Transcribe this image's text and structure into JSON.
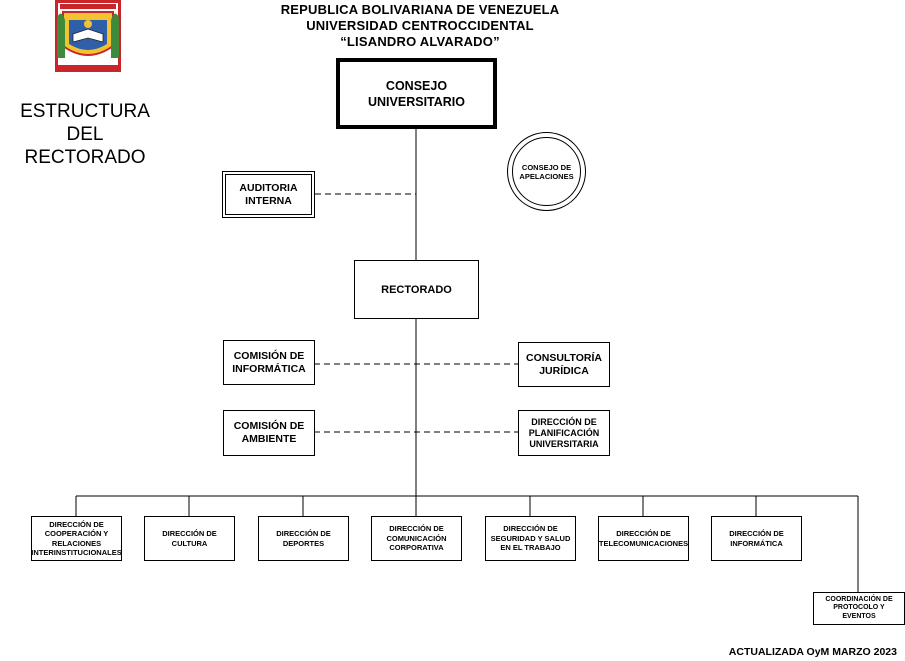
{
  "header": {
    "line1": "REPUBLICA BOLIVARIANA DE VENEZUELA",
    "line2": "UNIVERSIDAD CENTROCCIDENTAL",
    "line3": "“LISANDRO ALVARADO”"
  },
  "title": {
    "line1": "ESTRUCTURA DEL",
    "line2": "RECTORADO"
  },
  "nodes": {
    "consejo_universitario": {
      "line1": "CONSEJO",
      "line2": "UNIVERSITARIO"
    },
    "consejo_apelaciones": {
      "line1": "CONSEJO DE",
      "line2": "APELACIONES"
    },
    "auditoria_interna": {
      "line1": "AUDITORIA",
      "line2": "INTERNA"
    },
    "rectorado": "RECTORADO",
    "comision_informatica": {
      "line1": "COMISIÓN DE",
      "line2": "INFORMÁTICA"
    },
    "consultoria_juridica": {
      "line1": "CONSULTORÍA",
      "line2": "JURÍDICA"
    },
    "comision_ambiente": {
      "line1": "COMISIÓN DE",
      "line2": "AMBIENTE"
    },
    "direccion_planificacion": {
      "line1": "DIRECCIÓN DE",
      "line2": "PLANIFICACIÓN",
      "line3": "UNIVERSITARIA"
    }
  },
  "direcciones": [
    {
      "lines": [
        "DIRECCIÓN DE",
        "COOPERACIÓN Y",
        "RELACIONES",
        "INTERINSTITUCIONALES"
      ]
    },
    {
      "lines": [
        "DIRECCIÓN DE",
        "CULTURA"
      ]
    },
    {
      "lines": [
        "DIRECCIÓN DE",
        "DEPORTES"
      ]
    },
    {
      "lines": [
        "DIRECCIÓN DE",
        "COMUNICACIÓN",
        "CORPORATIVA"
      ]
    },
    {
      "lines": [
        "DIRECCIÓN DE",
        "SEGURIDAD Y SALUD",
        "EN EL TRABAJO"
      ]
    },
    {
      "lines": [
        "DIRECCIÓN DE",
        "TELECOMUNICACIONES"
      ]
    },
    {
      "lines": [
        "DIRECCIÓN DE",
        "INFORMÁTICA"
      ]
    }
  ],
  "coordinacion": {
    "lines": [
      "COORDINACIÓN DE",
      "PROTOCOLO Y",
      "EVENTOS"
    ]
  },
  "footer": "ACTUALIZADA OyM MARZO 2023",
  "colors": {
    "line": "#000000",
    "logo_red": "#c8262b",
    "logo_green": "#3d8a3a",
    "logo_yellow": "#f2c230",
    "logo_blue": "#2f5fa8"
  }
}
